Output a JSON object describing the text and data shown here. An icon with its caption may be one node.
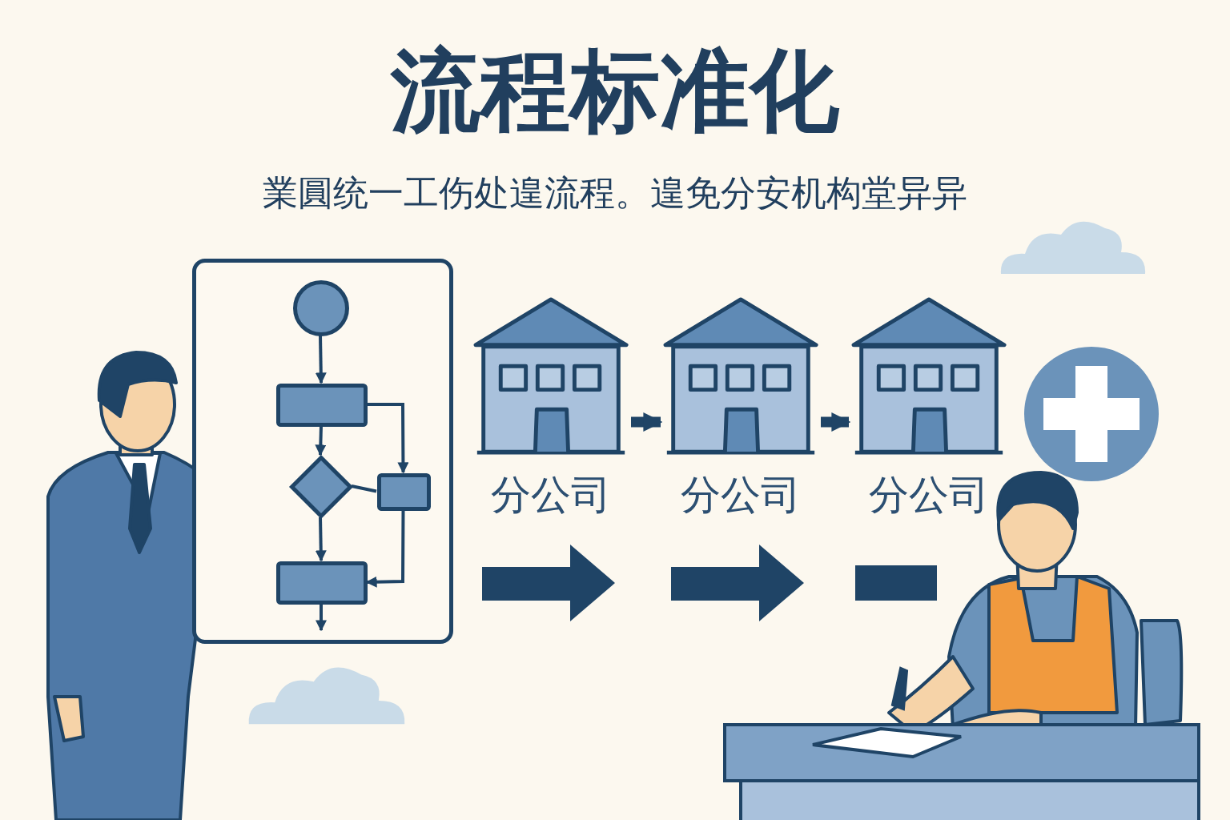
{
  "diagram": {
    "title": "流程标准化",
    "caption": "業圓统一工伤处遑流程。遑免分安机构堂异异",
    "nodes": [
      {
        "text": [],
        "shape": "box"
      },
      {
        "text": [],
        "shape": "circle",
        "in": 0
      },
      {
        "text": [],
        "shape": "box",
        "in": 0
      },
      {
        "text": [],
        "shape": "diamond",
        "in": 0
      },
      {
        "text": [],
        "shape": "box",
        "in": 0
      },
      {
        "text": [],
        "shape": "box",
        "in": 0
      },
      {
        "text": [
          "分公司"
        ]
      },
      {
        "text": [
          "分公司"
        ]
      },
      {
        "text": [
          "分公司"
        ]
      }
    ],
    "edges": [
      {
        "from": 1,
        "to": 2,
        "arrow": "to"
      },
      {
        "from": 2,
        "to": 3,
        "arrow": "to"
      },
      {
        "from": 2,
        "to": 4,
        "arrow": "to"
      },
      {
        "from": 3,
        "to": 4,
        "arrow": "none"
      },
      {
        "from": 3,
        "to": 5,
        "arrow": "to"
      },
      {
        "from": 4,
        "to": 5,
        "arrow": "to"
      },
      {
        "from": 5,
        "to": null,
        "arrow": "to"
      },
      {
        "from": 6,
        "to": 7,
        "arrow": "to",
        "style": "thick"
      },
      {
        "from": 7,
        "to": 8,
        "arrow": "to",
        "style": "thick"
      }
    ]
  }
}
